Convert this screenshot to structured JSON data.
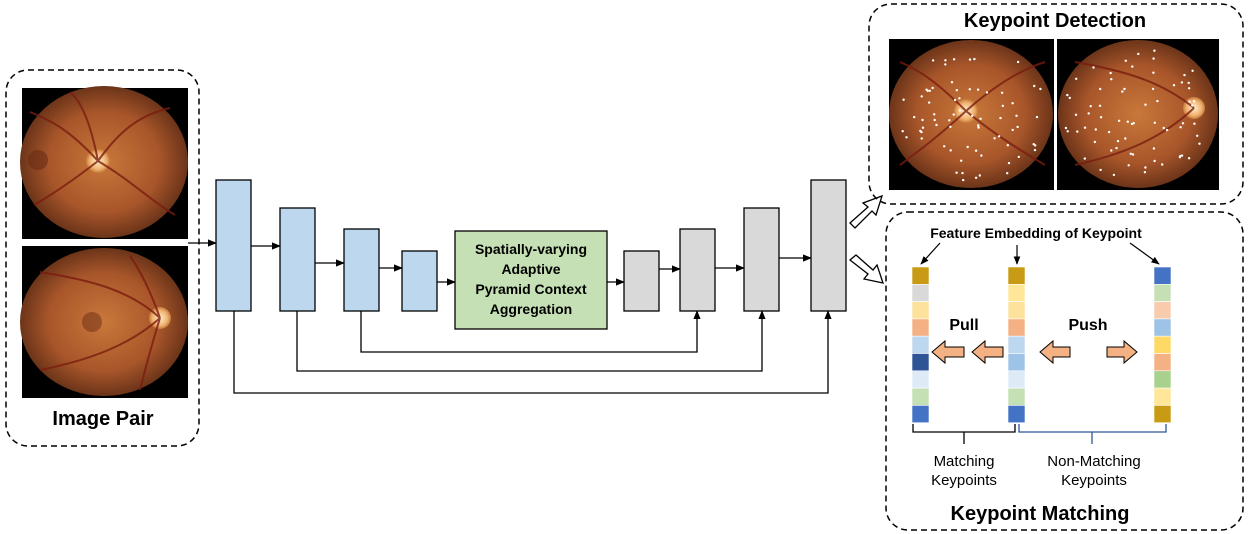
{
  "image_pair": {
    "title": "Image Pair"
  },
  "network": {
    "center_block_label": [
      "Spatially-varying",
      "Adaptive",
      "Pyramid Context",
      "Aggregation"
    ]
  },
  "keypoint_detection": {
    "title": "Keypoint Detection"
  },
  "keypoint_matching": {
    "title": "Keypoint Matching",
    "embedding_caption": "Feature Embedding of Keypoint",
    "pull_label": "Pull",
    "push_label": "Push",
    "matching_label": [
      "Matching",
      "Keypoints"
    ],
    "non_matching_label": [
      "Non-Matching",
      "Keypoints"
    ],
    "bar_colors": {
      "left": [
        "#c99a13",
        "#d9d9d9",
        "#fce29a",
        "#f4b183",
        "#bdd7ee",
        "#2f5597",
        "#deebf7",
        "#c5e0b4",
        "#4472c4"
      ],
      "anchor": [
        "#c99a13",
        "#ffe699",
        "#fce29a",
        "#f4b183",
        "#bdd7ee",
        "#9dc3e6",
        "#deebf7",
        "#c5e0b4",
        "#4472c4"
      ],
      "right": [
        "#4472c4",
        "#c5e0b4",
        "#f8cbad",
        "#9dc3e6",
        "#ffd966",
        "#f4b183",
        "#a9d18e",
        "#ffe699",
        "#c99a13"
      ]
    }
  },
  "colors": {
    "encoder": "#bdd7ee",
    "decoder": "#d9d9d9",
    "aggregation": "#c5e0b4",
    "arrow_fill": "#f4b183",
    "bracket": "#2f5597"
  }
}
